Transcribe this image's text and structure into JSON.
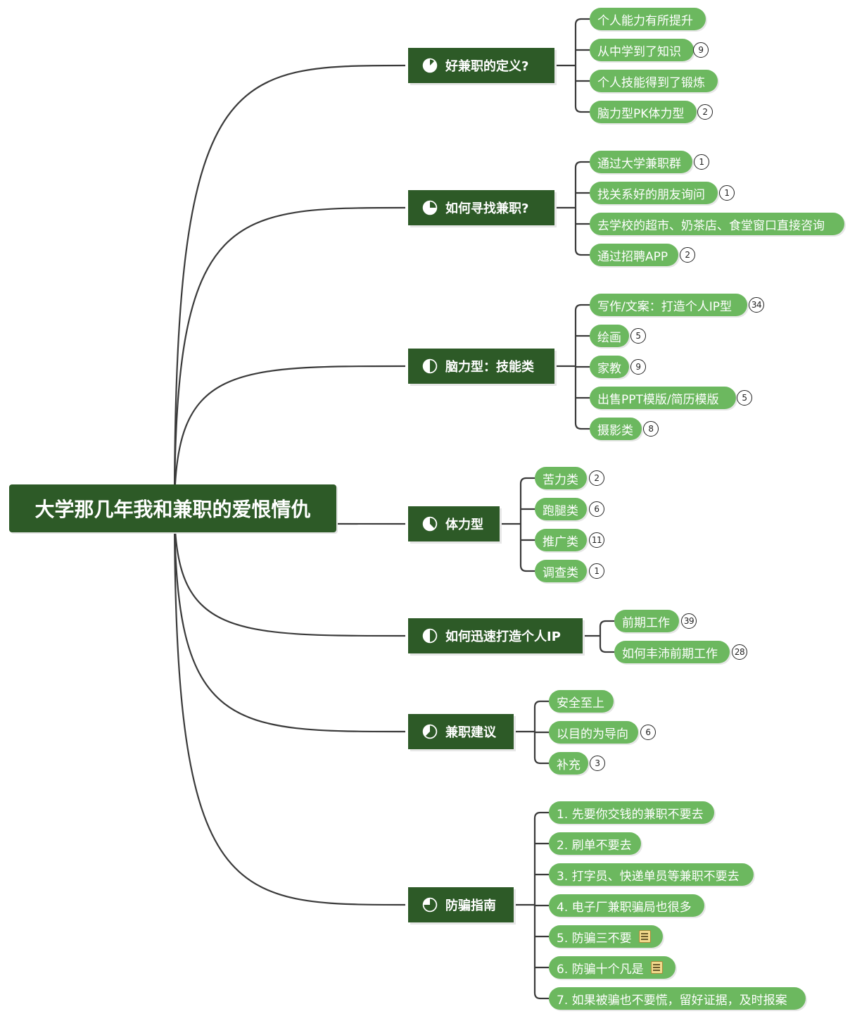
{
  "root": {
    "label": "大学那几年我和兼职的爱恨情仇"
  },
  "branches": [
    {
      "label": "好兼职的定义?",
      "progress": 0.125,
      "children": [
        {
          "label": "个人能力有所提升",
          "count": ""
        },
        {
          "label": "从中学到了知识",
          "count": "9"
        },
        {
          "label": "个人技能得到了锻炼",
          "count": ""
        },
        {
          "label": "脑力型PK体力型",
          "count": "2"
        }
      ]
    },
    {
      "label": "如何寻找兼职?",
      "progress": 0.25,
      "children": [
        {
          "label": "通过大学兼职群",
          "count": "1"
        },
        {
          "label": "找关系好的朋友询问",
          "count": "1"
        },
        {
          "label": "去学校的超市、奶茶店、食堂窗口直接咨询",
          "count": ""
        },
        {
          "label": "通过招聘APP",
          "count": "2"
        }
      ]
    },
    {
      "label": "脑力型：技能类",
      "progress": 0.5,
      "children": [
        {
          "label": "写作/文案：打造个人IP型",
          "count": "34"
        },
        {
          "label": "绘画",
          "count": "5"
        },
        {
          "label": "家教",
          "count": "9"
        },
        {
          "label": "出售PPT模版/简历模版",
          "count": "5"
        },
        {
          "label": "摄影类",
          "count": "8"
        }
      ]
    },
    {
      "label": "体力型",
      "progress": 0.375,
      "children": [
        {
          "label": "苦力类",
          "count": "2"
        },
        {
          "label": "跑腿类",
          "count": "6"
        },
        {
          "label": "推广类",
          "count": "11"
        },
        {
          "label": "调查类",
          "count": "1"
        }
      ]
    },
    {
      "label": "如何迅速打造个人IP",
      "progress": 0.5,
      "children": [
        {
          "label": "前期工作",
          "count": "39"
        },
        {
          "label": "如何丰沛前期工作",
          "count": "28"
        }
      ]
    },
    {
      "label": "兼职建议",
      "progress": 0.625,
      "children": [
        {
          "label": "安全至上",
          "count": ""
        },
        {
          "label": "以目的为导向",
          "count": "6"
        },
        {
          "label": "补充",
          "count": "3"
        }
      ]
    },
    {
      "label": "防骗指南",
      "progress": 0.75,
      "children": [
        {
          "label": "1. 先要你交钱的兼职不要去",
          "count": "",
          "note": false
        },
        {
          "label": "2. 刷单不要去",
          "count": "",
          "note": false
        },
        {
          "label": "3. 打字员、快递单员等兼职不要去",
          "count": "",
          "note": false
        },
        {
          "label": "4. 电子厂兼职骗局也很多",
          "count": "",
          "note": false
        },
        {
          "label": "5. 防骗三不要",
          "count": "",
          "note": true
        },
        {
          "label": "6. 防骗十个凡是",
          "count": "",
          "note": true
        },
        {
          "label": "7. 如果被骗也不要慌，留好证据，及时报案",
          "count": "",
          "note": false
        }
      ]
    }
  ],
  "colors": {
    "branch": "#2d5a27",
    "leaf": "#6cb85f",
    "line": "#3a3a3a"
  }
}
